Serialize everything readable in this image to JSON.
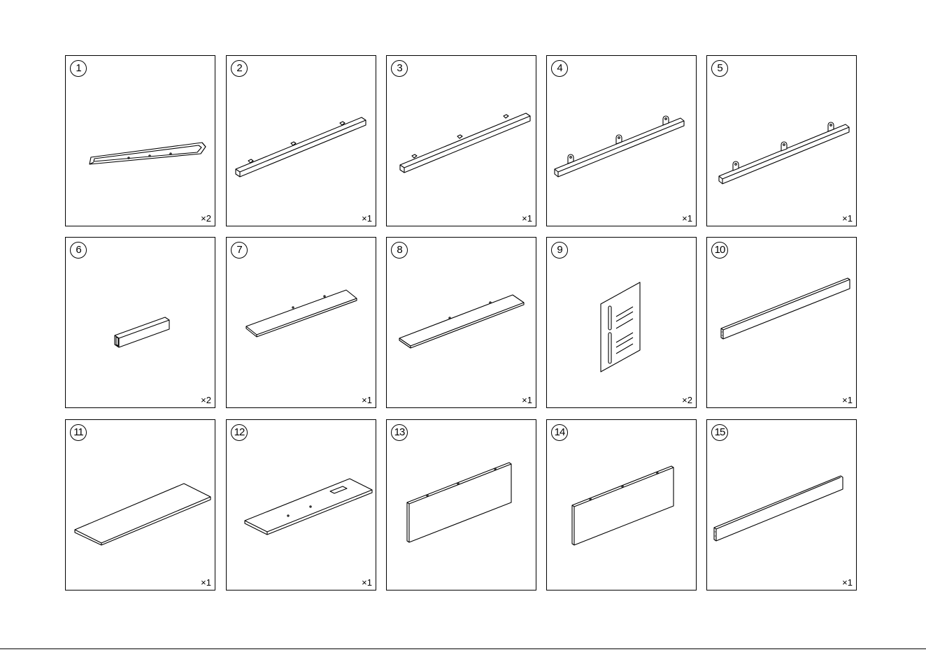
{
  "parts": [
    {
      "number": "1",
      "quantity": "×2",
      "icon": "frame-icon"
    },
    {
      "number": "2",
      "quantity": "×1",
      "icon": "beam-icon"
    },
    {
      "number": "3",
      "quantity": "×1",
      "icon": "beam-icon"
    },
    {
      "number": "4",
      "quantity": "×1",
      "icon": "beam-bracket-icon"
    },
    {
      "number": "5",
      "quantity": "×1",
      "icon": "beam-bracket-icon"
    },
    {
      "number": "6",
      "quantity": "×2",
      "icon": "tube-icon"
    },
    {
      "number": "7",
      "quantity": "×1",
      "icon": "shelf-board-icon"
    },
    {
      "number": "8",
      "quantity": "×1",
      "icon": "shelf-board-icon"
    },
    {
      "number": "9",
      "quantity": "×2",
      "icon": "slotted-plate-icon"
    },
    {
      "number": "10",
      "quantity": "×1",
      "icon": "rail-board-icon"
    },
    {
      "number": "11",
      "quantity": "×1",
      "icon": "shelf-board-icon"
    },
    {
      "number": "12",
      "quantity": "×1",
      "icon": "shelf-board-cutout-icon"
    },
    {
      "number": "13",
      "quantity": "",
      "icon": "back-panel-icon"
    },
    {
      "number": "14",
      "quantity": "",
      "icon": "back-panel-icon"
    },
    {
      "number": "15",
      "quantity": "×1",
      "icon": "rail-board-icon"
    }
  ]
}
